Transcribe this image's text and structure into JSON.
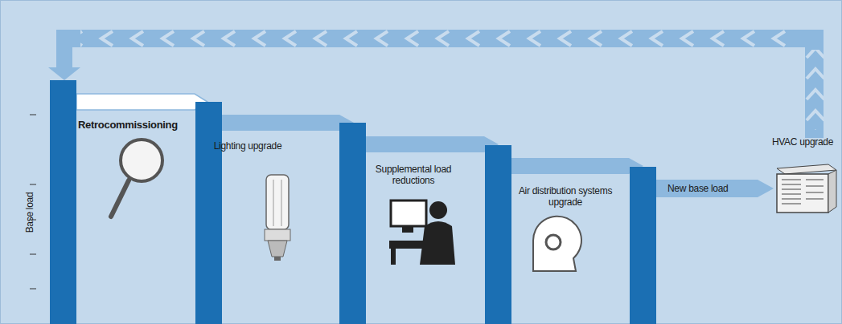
{
  "diagram": {
    "labels": [
      "Base load",
      "Retrocommissioning",
      "Lighting upgrade",
      "Supplemental load reductions",
      "Air distribution systems upgrade",
      "New base load",
      "HVAC upgrade"
    ]
  }
}
